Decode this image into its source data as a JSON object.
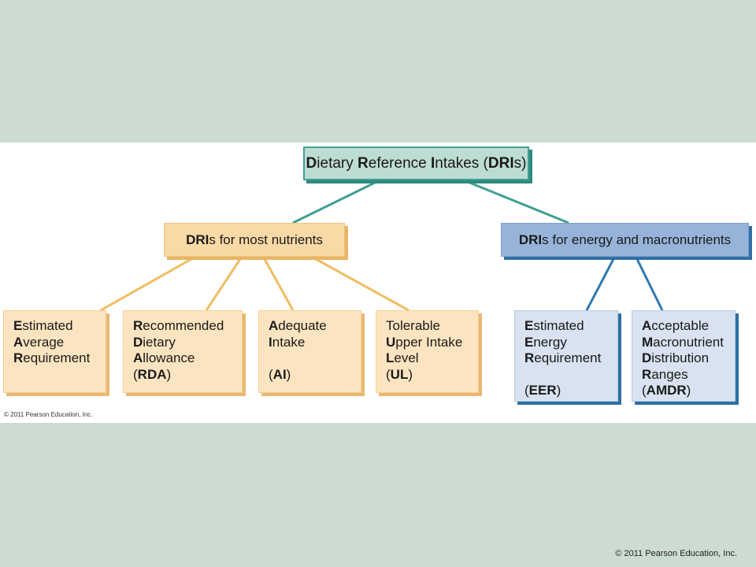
{
  "diagram": {
    "root": {
      "cap": [
        "D",
        "R",
        "I",
        "DRI"
      ],
      "rest": [
        "ietary ",
        "eference ",
        "ntakes (",
        "s)"
      ]
    },
    "mid_left": {
      "cap": "DRI",
      "rest": "s for most nutrients"
    },
    "mid_right": {
      "cap": "DRI",
      "rest": "s for energy and macronutrients"
    },
    "leaves": [
      {
        "id": "ear",
        "lines": [
          {
            "cap": "E",
            "rest": "stimated"
          },
          {
            "cap": "A",
            "rest": "verage"
          },
          {
            "cap": "R",
            "rest": "equirement"
          }
        ]
      },
      {
        "id": "rda",
        "lines": [
          {
            "cap": "R",
            "rest": "ecommended"
          },
          {
            "cap": "D",
            "rest": "ietary"
          },
          {
            "cap": "A",
            "rest": "llowance"
          },
          {
            "pre": "(",
            "cap": "RDA",
            "post": ")"
          }
        ]
      },
      {
        "id": "ai",
        "lines": [
          {
            "cap": "A",
            "rest": "dequate"
          },
          {
            "cap": "I",
            "rest": "ntake"
          },
          {
            "pre": "(",
            "cap": "AI",
            "post": ")"
          }
        ]
      },
      {
        "id": "ul",
        "lines": [
          {
            "pre": "Tolerable"
          },
          {
            "cap": "U",
            "rest": "pper Intake"
          },
          {
            "cap": "L",
            "rest": "evel"
          },
          {
            "pre": "(",
            "cap": "UL",
            "post": ")"
          }
        ]
      },
      {
        "id": "eer",
        "lines": [
          {
            "cap": "E",
            "rest": "stimated"
          },
          {
            "cap": "E",
            "rest": "nergy"
          },
          {
            "cap": "R",
            "rest": "equirement"
          },
          {
            "pre": "(",
            "cap": "EER",
            "post": ")"
          }
        ]
      },
      {
        "id": "amdr",
        "lines": [
          {
            "cap": "A",
            "rest": "cceptable"
          },
          {
            "cap": "M",
            "rest": "acronutrient"
          },
          {
            "cap": "D",
            "rest": "istribution"
          },
          {
            "cap": "R",
            "rest": "anges"
          },
          {
            "pre": "(",
            "cap": "AMDR",
            "post": ")"
          }
        ]
      }
    ],
    "colors": {
      "teal": "#3f9f93",
      "orange": "#f0bd62",
      "blue": "#2f7ab0"
    }
  },
  "copyright_small": "© 2011 Pearson Education, Inc.",
  "copyright": "© 2011 Pearson Education, Inc."
}
